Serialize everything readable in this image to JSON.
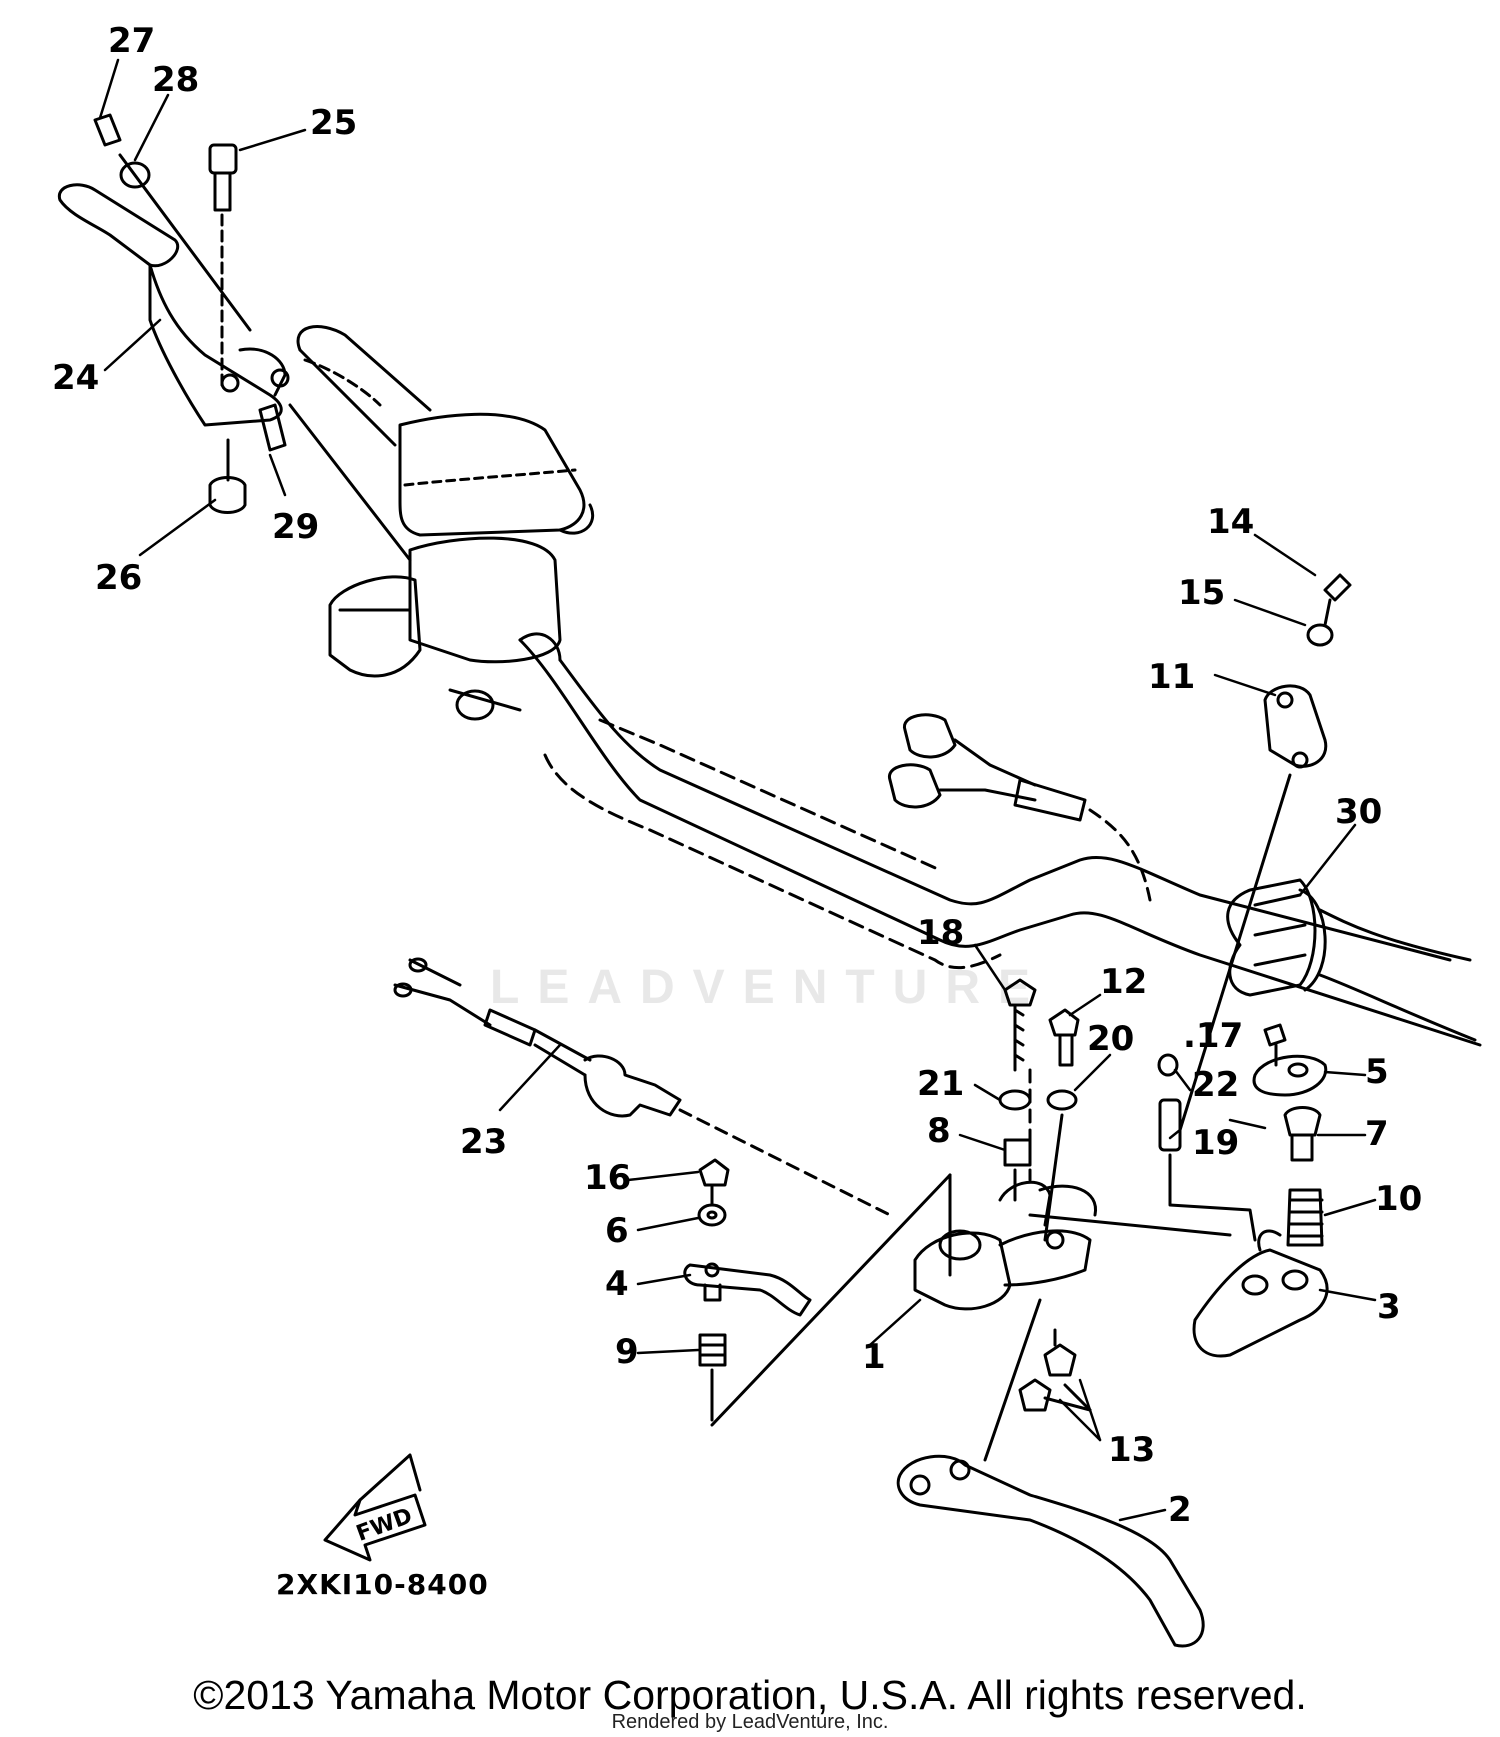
{
  "diagram": {
    "drawing_code": "2XKI10-8400",
    "fwd_label": "FWD",
    "watermark": "LEADVENTURE",
    "copyright": "©2013 Yamaha Motor Corporation, U.S.A. All rights reserved.",
    "rendered_by": "Rendered by LeadVenture, Inc.",
    "part_labels": {
      "p1": "1",
      "p2": "2",
      "p3": "3",
      "p4": "4",
      "p5": "5",
      "p6": "6",
      "p7": "7",
      "p8": "8",
      "p9": "9",
      "p10": "10",
      "p11": "11",
      "p12": "12",
      "p13": "13",
      "p14": "14",
      "p15": "15",
      "p16": "16",
      "p17": ".17",
      "p18": "18",
      "p19": "19",
      "p20": "20",
      "p21": "21",
      "p22": "22",
      "p23": "23",
      "p24": "24",
      "p25": "25",
      "p26": "26",
      "p27": "27",
      "p28": "28",
      "p29": "29",
      "p30": "30"
    }
  }
}
